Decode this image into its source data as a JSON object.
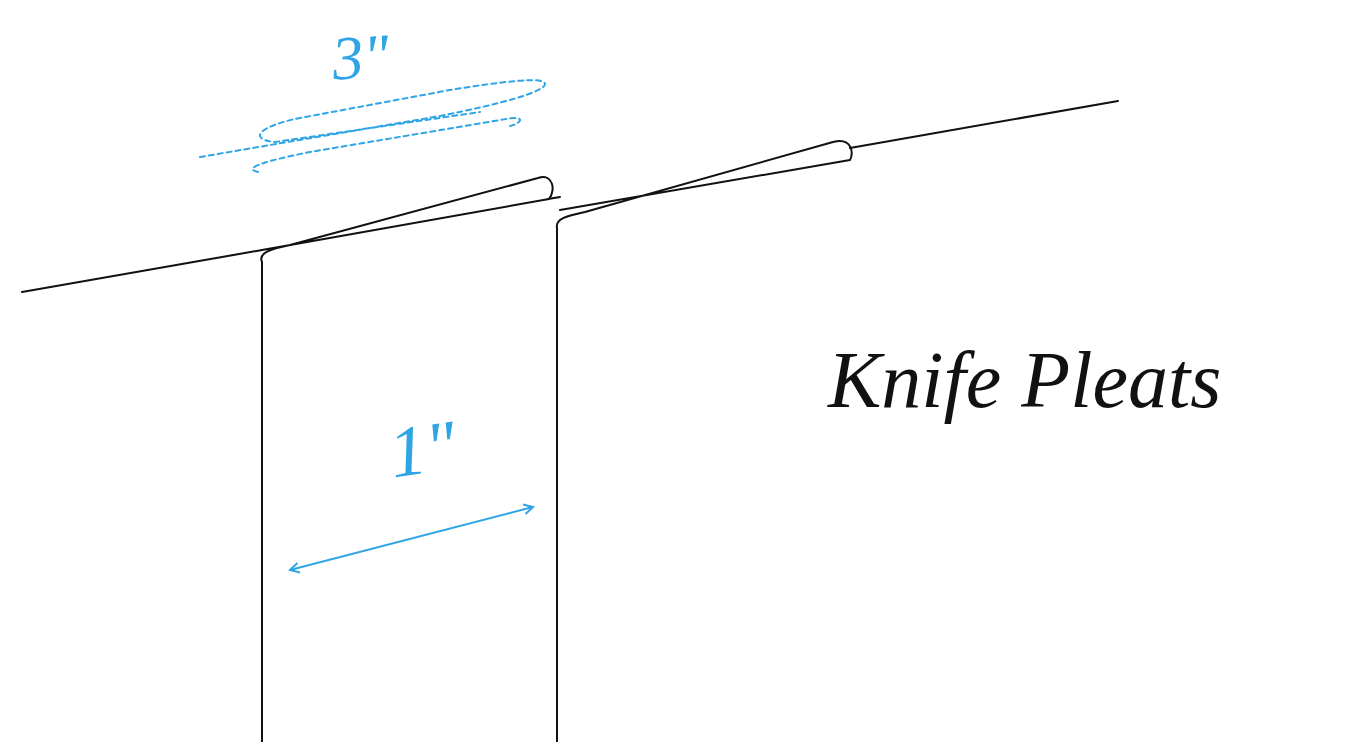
{
  "diagram": {
    "title": "Knife Pleats",
    "labels": [
      "3\"",
      "1\""
    ]
  }
}
